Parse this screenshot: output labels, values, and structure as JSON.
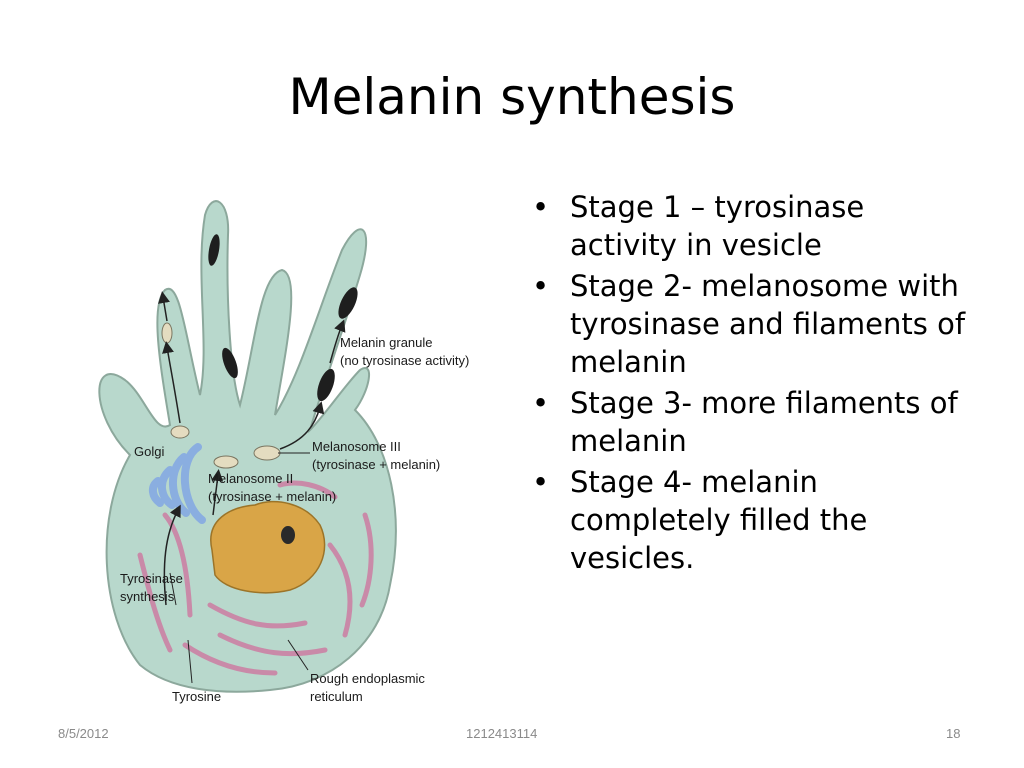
{
  "slide": {
    "title": "Melanin synthesis",
    "bullets": [
      "Stage 1 – tyrosinase activity in vesicle",
      "Stage 2- melanosome with tyrosinase and filaments of melanin",
      "Stage 3- more filaments of melanin",
      "Stage 4-  melanin completely filled the vesicles."
    ],
    "bullet_symbol": "•"
  },
  "diagram": {
    "labels": {
      "melanin_granule_1": "Melanin granule",
      "melanin_granule_2": "(no tyrosinase activity)",
      "golgi": "Golgi",
      "melanosome3_1": "Melanosome III",
      "melanosome3_2": "(tyrosinase + melanin)",
      "melanosome2_1": "Melanosome II",
      "melanosome2_2": "(tyrosinase + melanin)",
      "tyrosinase_1": "Tyrosinase",
      "tyrosinase_2": "synthesis",
      "tyrosine": "Tyrosine",
      "rer_1": "Rough endoplasmic",
      "rer_2": "reticulum"
    },
    "colors": {
      "cell": "#b8d8cc",
      "cell_outline": "#8ca89c",
      "nucleus": "#d9a547",
      "golgi": "#8aaee0",
      "er": "#c98aa8",
      "granule": "#1e1e1e",
      "vesicle": "#e4dcc0"
    }
  },
  "footer": {
    "date": "8/5/2012",
    "id": "1212413114",
    "page": "18"
  }
}
